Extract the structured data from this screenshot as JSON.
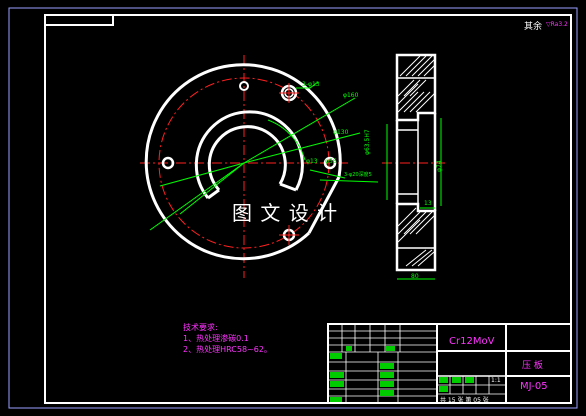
{
  "drawing": {
    "corner_note": "其余",
    "roughness_symbol": "▽Ra3.2",
    "watermark": "图 文 设 计",
    "dimensions": {
      "pcd_large": "φ160",
      "pcd_small": "φ130",
      "holes": "3-φ13",
      "center_hole": "φ56",
      "hole_small": "φ13",
      "depth_note": "3-φ20深度5",
      "side_dim_1": "φ63.5H7",
      "side_dim_2": "φ74",
      "side_dim_3": "13",
      "side_width": "80"
    },
    "tech_requirements": {
      "title": "技术要求:",
      "items": [
        "1、热处理渗碳0.1",
        "2、热处理HRC58~62。"
      ]
    },
    "title_block": {
      "material": "Cr12MoV",
      "part_name": "压  板",
      "drawing_number": "MJ-05",
      "scale": "1:1",
      "sheet_info": "共 15 张  第 05 张"
    }
  },
  "colors": {
    "background": "#000000",
    "outline": "#ffffff",
    "centerline": "#ff2020",
    "dimension": "#00ff00",
    "note": "#ff33ff",
    "hatch": "#ffffff"
  }
}
